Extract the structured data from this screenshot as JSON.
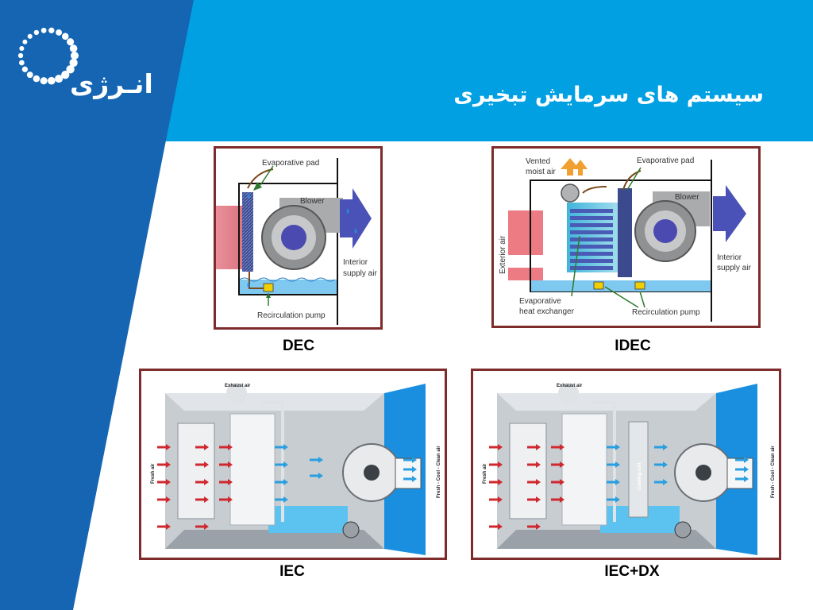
{
  "slide": {
    "title": "سیستم های سرمایش تبخیری",
    "brand_text": "انـرژی"
  },
  "diagrams": {
    "dec": {
      "caption": "DEC",
      "evaporative_pad": "Evaporative pad",
      "blower": "Blower",
      "interior_supply_air_1": "Interior",
      "interior_supply_air_2": "supply air",
      "recirculation_pump": "Recirculation pump"
    },
    "idec": {
      "caption": "IDEC",
      "vented_moist_air_1": "Vented",
      "vented_moist_air_2": "moist air",
      "evaporative_pad": "Evaporative pad",
      "blower": "Blower",
      "exterior_air": "Exterior air",
      "interior_supply_air_1": "Interior",
      "interior_supply_air_2": "supply air",
      "evaporative_heat_exchanger_1": "Evaporative",
      "evaporative_heat_exchanger_2": "heat exchanger",
      "recirculation_pump": "Recirculation pump"
    },
    "iec": {
      "caption": "IEC",
      "exhaust_air": "Exhaust air",
      "fresh_air": "Fresh air",
      "supply_air": "Fresh - Cool - Clean air"
    },
    "iec_dx": {
      "caption": "IEC+DX",
      "exhaust_air": "Exhaust air",
      "fresh_air": "Fresh air",
      "cooling_coil": "Cooling coil",
      "supply_air": "Fresh - Cool - Clean air"
    }
  },
  "colors": {
    "dark_blue": "#1565b3",
    "light_blue": "#00a0e3",
    "frame_border": "#7e2b2b"
  }
}
